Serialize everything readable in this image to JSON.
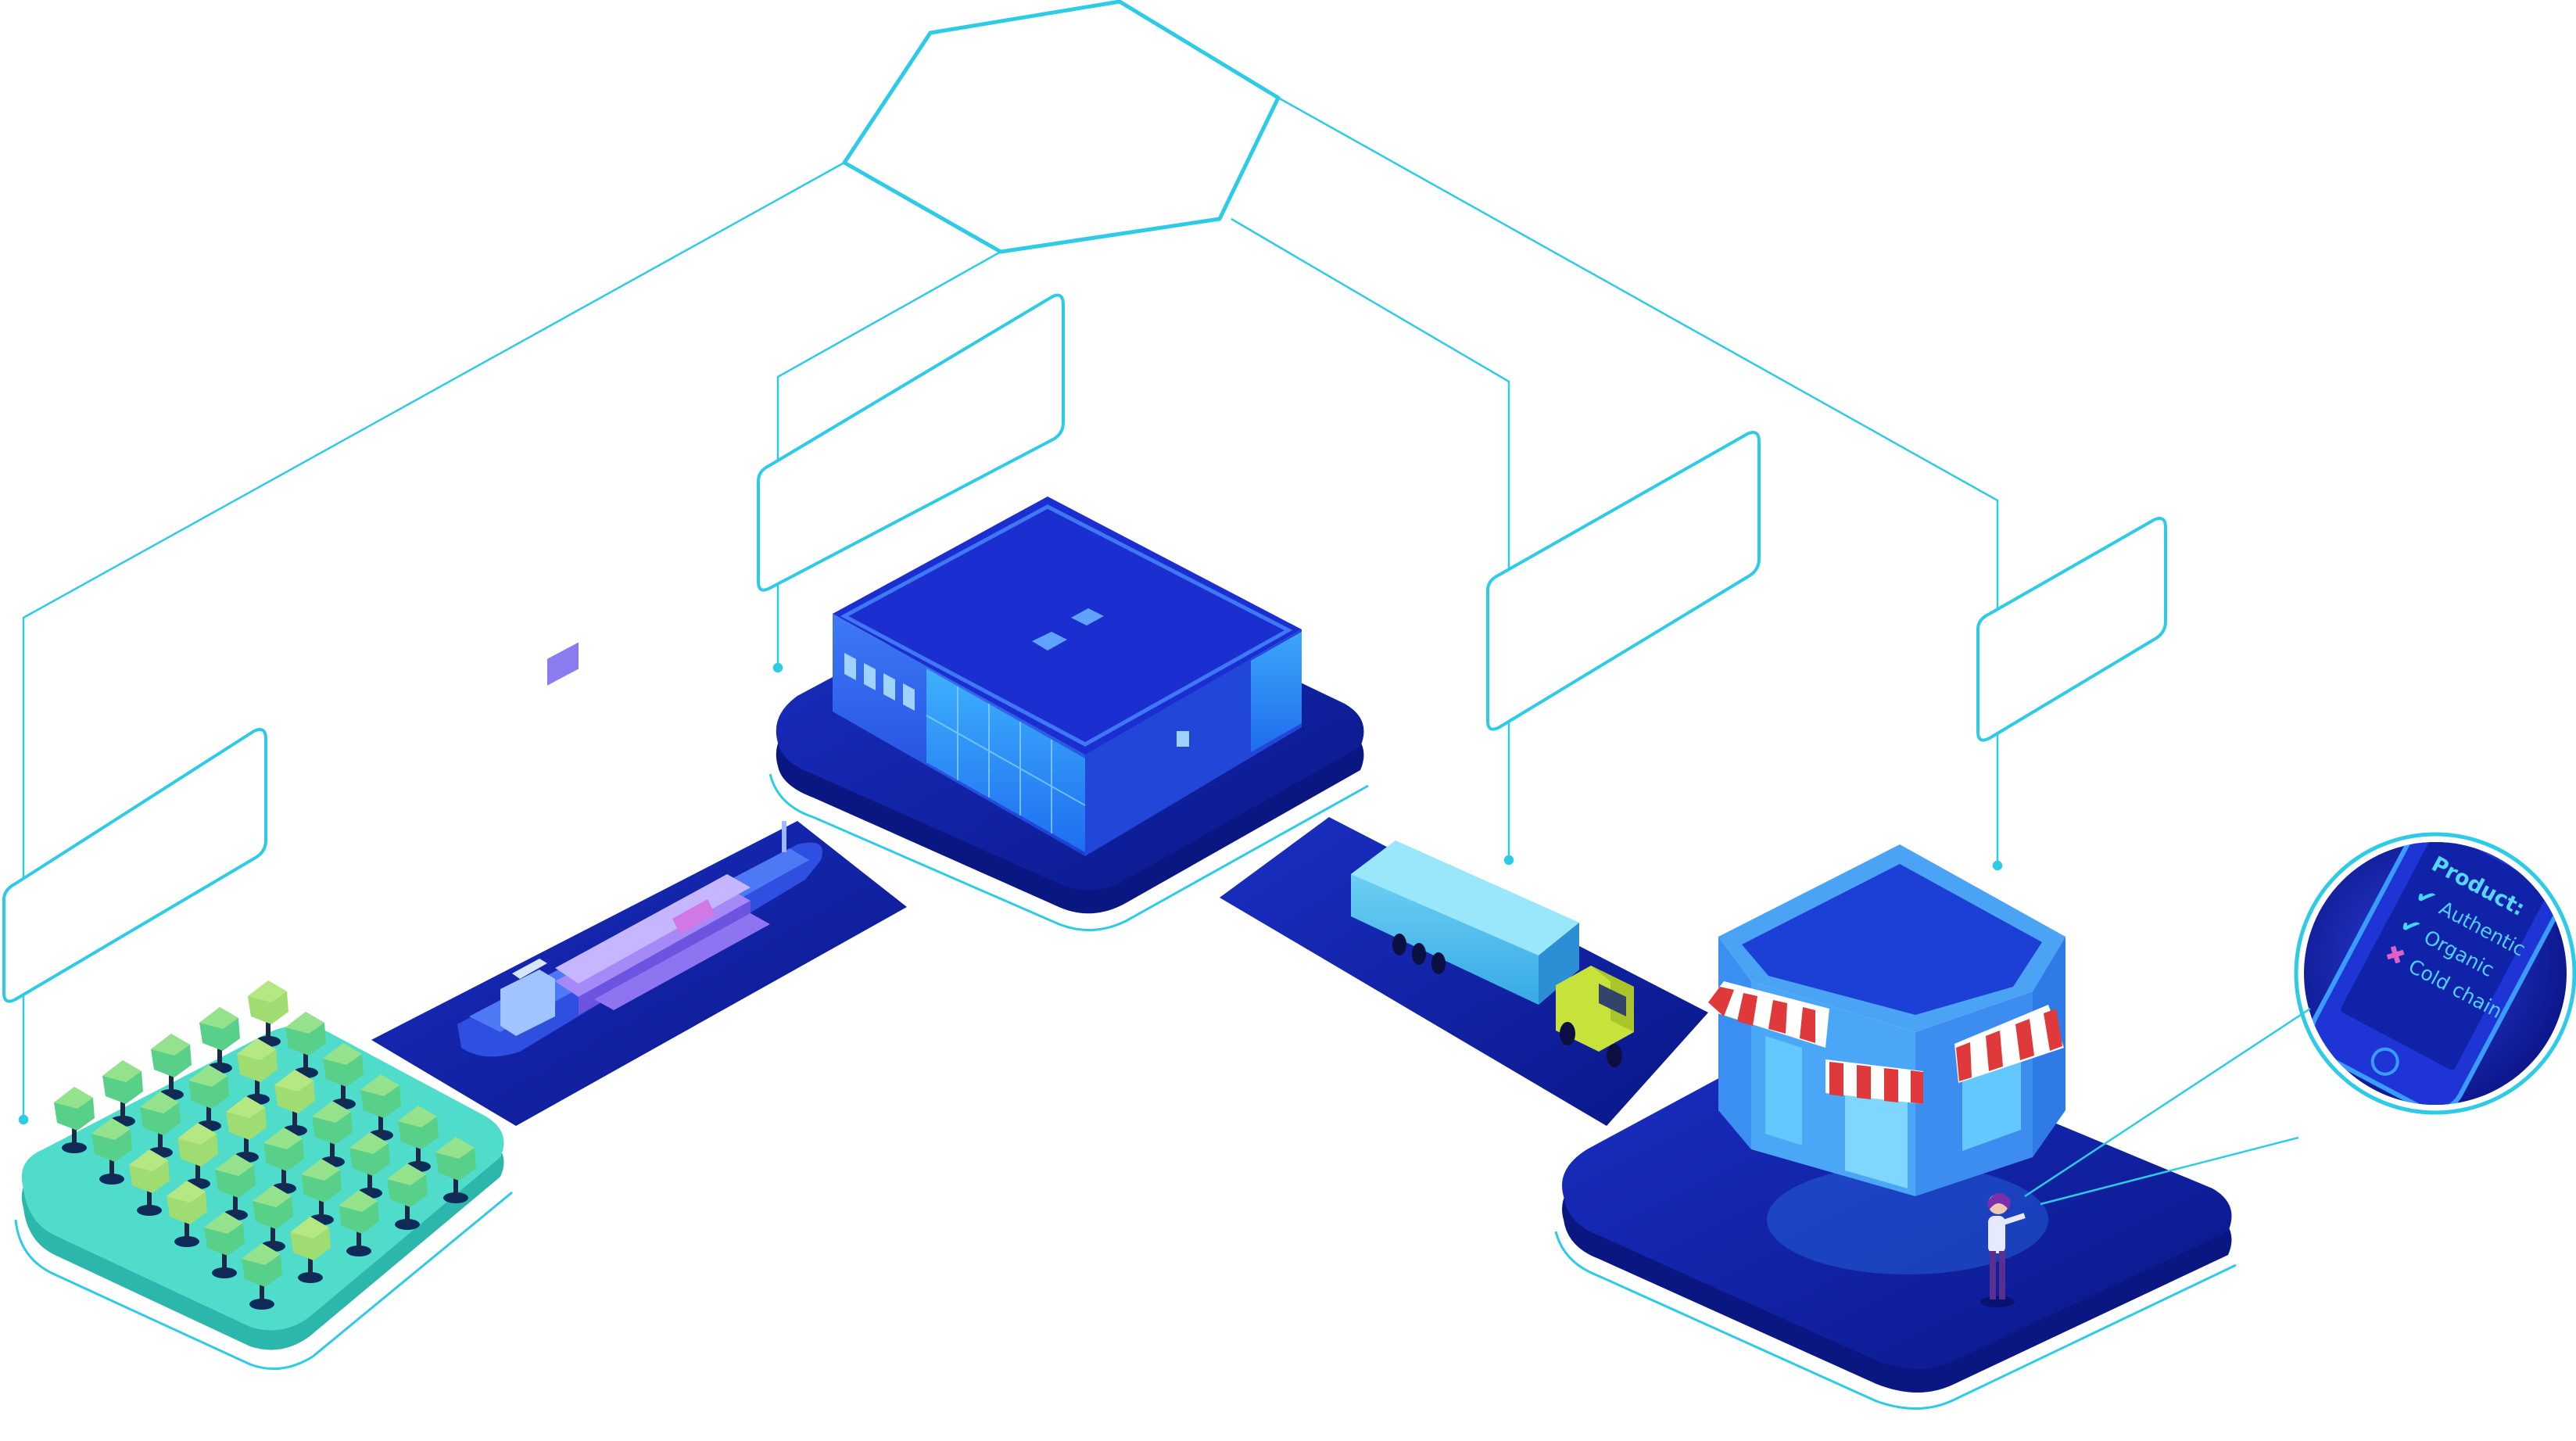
{
  "colors": {
    "line": "#2ecbe6",
    "platform_dark": "#0c1a8f",
    "platform_mid": "#1628b8",
    "farm_base": "#3fd1c1",
    "tree_leaf": "#59d08a",
    "building": "#2d5ff0",
    "truck_trailer": "#53c7ef",
    "truck_cab": "#c7e23a",
    "awning_red": "#e0393c",
    "check": "#45d6ff",
    "cross": "#e05ec8"
  },
  "icons": [
    "check-icon",
    "cross-icon"
  ],
  "phone": {
    "title": "Product:",
    "checks": [
      {
        "label": "Authentic",
        "status": "ok"
      },
      {
        "label": "Organic",
        "status": "ok"
      },
      {
        "label": "Cold chain",
        "status": "fail"
      }
    ]
  }
}
